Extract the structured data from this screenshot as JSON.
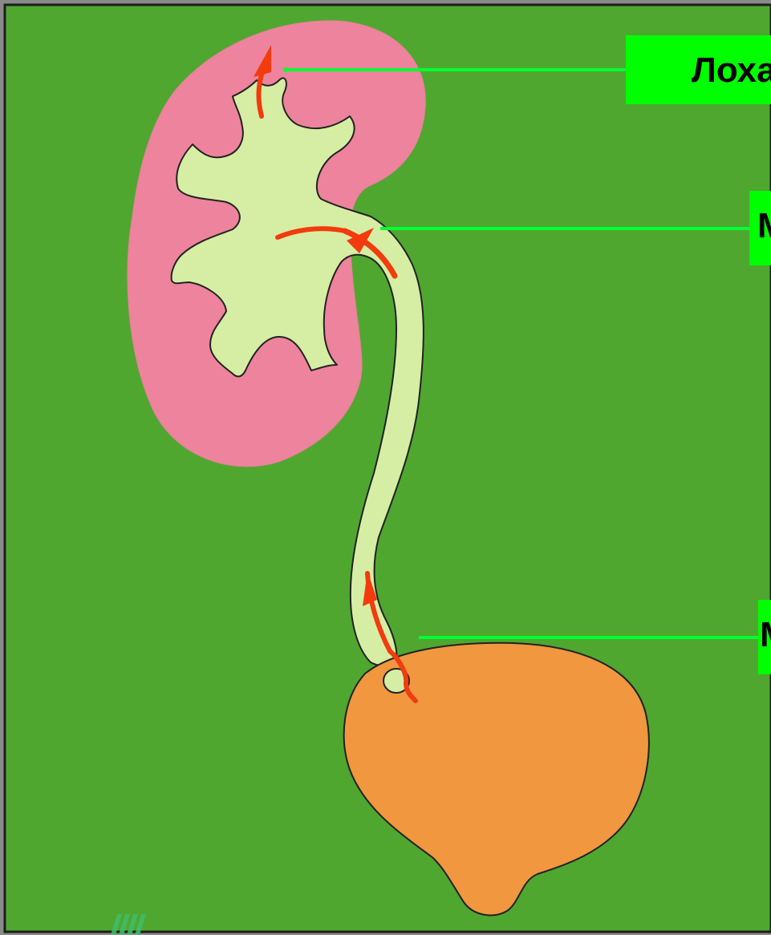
{
  "labels": {
    "pelvis": "Лоханка",
    "ureter": "Мочеточник",
    "bladder": "Мочевой пузырь"
  },
  "icons": {
    "flow_arrow": "red-flow-arrow-icon",
    "watermark": "striped-logo-icon"
  },
  "colors": {
    "background": "#4fa730",
    "kidney": "#ee839d",
    "pelvis_ureter": "#d6eea4",
    "bladder": "#f0973f",
    "arrow": "#f23b0e",
    "label_bg": "#00ff00",
    "leader_line": "#00ff33"
  }
}
